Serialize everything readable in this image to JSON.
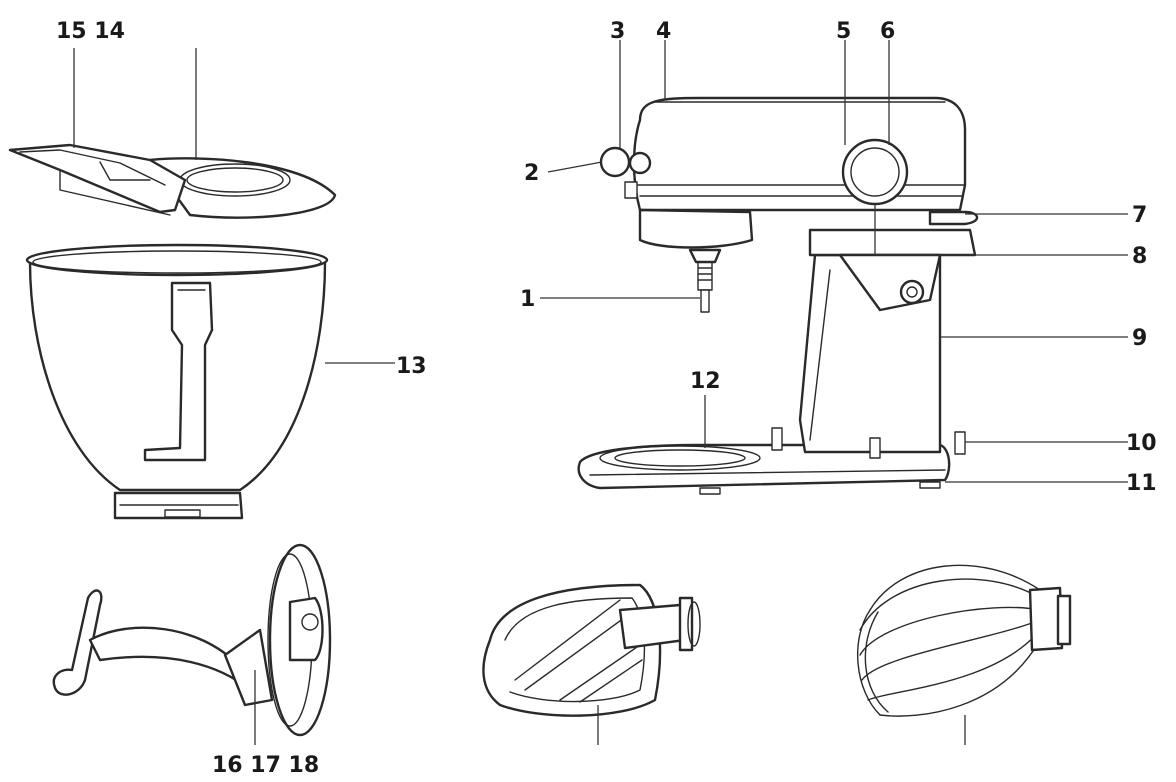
{
  "diagram": {
    "labels": [
      {
        "id": "l1",
        "text": "1"
      },
      {
        "id": "l2",
        "text": "2"
      },
      {
        "id": "l3",
        "text": "3"
      },
      {
        "id": "l4",
        "text": "4"
      },
      {
        "id": "l5",
        "text": "5"
      },
      {
        "id": "l6",
        "text": "6"
      },
      {
        "id": "l7",
        "text": "7"
      },
      {
        "id": "l8",
        "text": "8"
      },
      {
        "id": "l9",
        "text": "9"
      },
      {
        "id": "l10",
        "text": "10"
      },
      {
        "id": "l11",
        "text": "11"
      },
      {
        "id": "l12",
        "text": "12"
      },
      {
        "id": "l13",
        "text": "13"
      },
      {
        "id": "l1514",
        "text": "15 14"
      },
      {
        "id": "l161718",
        "text": "16 17 18"
      }
    ]
  }
}
